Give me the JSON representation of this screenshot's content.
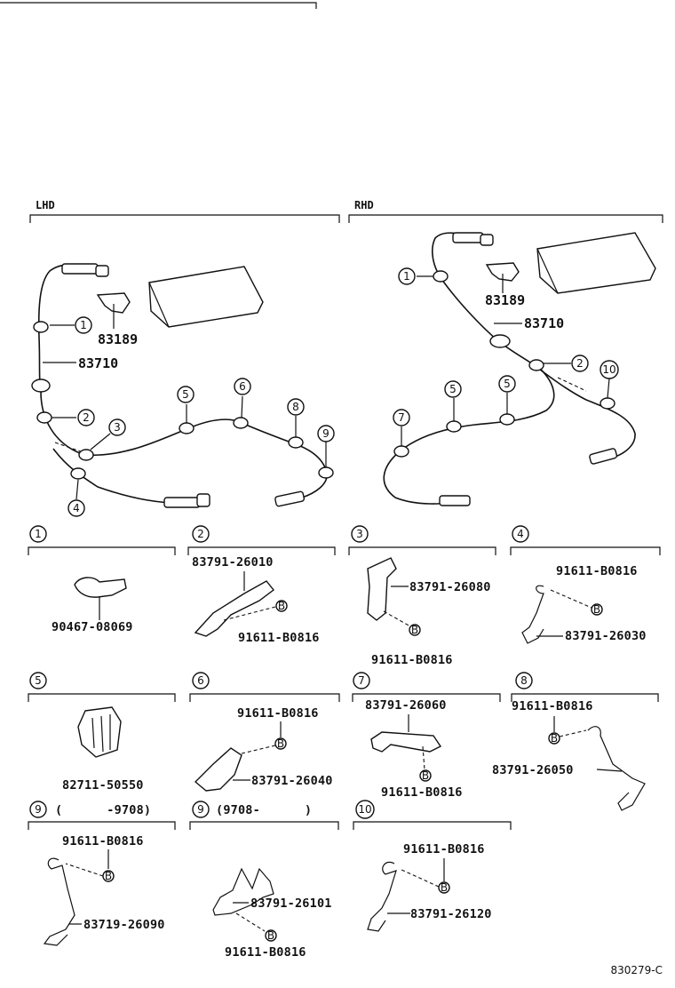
{
  "sections": {
    "lhd": "LHD",
    "rhd": "RHD"
  },
  "callouts": {
    "c1": "1",
    "c2": "2",
    "c3": "3",
    "c4": "4",
    "c5": "5",
    "c6": "6",
    "c7": "7",
    "c8": "8",
    "c9": "9",
    "c10": "10"
  },
  "bolt_marker": "B",
  "overview_parts": {
    "lhd_sensor": "83189",
    "lhd_wire": "83710",
    "rhd_sensor": "83189",
    "rhd_wire": "83710"
  },
  "detail_panels": {
    "p1": {
      "parts": [
        "90467-08069"
      ]
    },
    "p2": {
      "parts": [
        "83791-26010",
        "91611-B0816"
      ]
    },
    "p3": {
      "parts": [
        "83791-26080",
        "91611-B0816"
      ]
    },
    "p4": {
      "parts": [
        "91611-B0816",
        "83791-26030"
      ]
    },
    "p5": {
      "parts": [
        "82711-50550"
      ]
    },
    "p6": {
      "parts": [
        "91611-B0816",
        "83791-26040"
      ]
    },
    "p7": {
      "parts": [
        "83791-26060",
        "91611-B0816"
      ]
    },
    "p8": {
      "parts": [
        "91611-B0816",
        "83791-26050"
      ]
    },
    "p9a": {
      "qualifier": "(      -9708)",
      "parts": [
        "91611-B0816",
        "83719-26090"
      ]
    },
    "p9b": {
      "qualifier": "(9708-      )",
      "parts": [
        "83791-26101",
        "91611-B0816"
      ]
    },
    "p10": {
      "parts": [
        "91611-B0816",
        "83791-26120"
      ]
    }
  },
  "figure_code": "830279-C"
}
